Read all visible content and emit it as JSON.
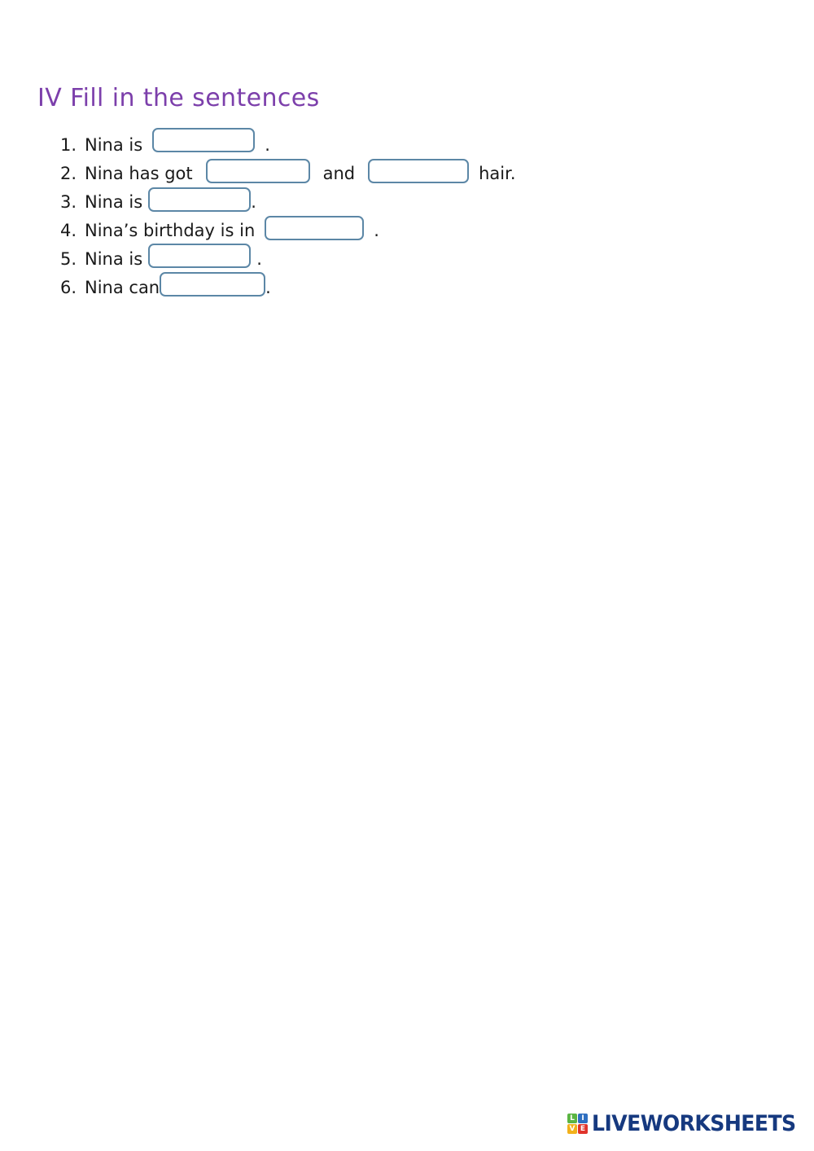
{
  "page": {
    "background_color": "#ffffff",
    "title": "IV Fill in the sentences",
    "title_color": "#7c3fab"
  },
  "exercise": {
    "heading": "IV Fill in the sentences",
    "box_border_color": "#5c87a6",
    "box_fill_color": "#ffffff",
    "questions": [
      {
        "number": "1.",
        "before": "Nina is",
        "blank_value": "",
        "blank_placeholder": "",
        "after": ".",
        "segments": [
          "Nina is",
          "[blank]",
          "."
        ]
      },
      {
        "number": "2.",
        "before": "Nina has got",
        "blank_value": "",
        "blank_placeholder": "",
        "middle": "and",
        "blank2_value": "",
        "blank2_placeholder": "",
        "after": "hair.",
        "segments": [
          "Nina has got",
          "[blank]",
          "and",
          "[blank]",
          "hair."
        ]
      },
      {
        "number": "3.",
        "before": "Nina is",
        "blank_value": "",
        "blank_placeholder": "",
        "after": ".",
        "segments": [
          "Nina is",
          "[blank]",
          "."
        ]
      },
      {
        "number": "4.",
        "before": "Nina’s birthday is in",
        "blank_value": "",
        "blank_placeholder": "",
        "after": ".",
        "segments": [
          "Nina’s birthday is in",
          "[blank]",
          "."
        ]
      },
      {
        "number": "5.",
        "before": "Nina is",
        "blank_value": "",
        "blank_placeholder": "",
        "after": ".",
        "segments": [
          "Nina is",
          "[blank]",
          "."
        ]
      },
      {
        "number": "6.",
        "before": "Nina can",
        "blank_value": "",
        "blank_placeholder": "",
        "after": ".",
        "segments": [
          "Nina can",
          "[blank]",
          "."
        ]
      }
    ]
  },
  "footer": {
    "logo": {
      "squares": [
        {
          "letter": "L",
          "color": "#5bb543"
        },
        {
          "letter": "I",
          "color": "#2f6fc0"
        },
        {
          "letter": "V",
          "color": "#f2b11b"
        },
        {
          "letter": "E",
          "color": "#e0342b"
        }
      ],
      "wordmark": "LIVEWORKSHEETS",
      "wordmark_color": "#16397f"
    }
  }
}
